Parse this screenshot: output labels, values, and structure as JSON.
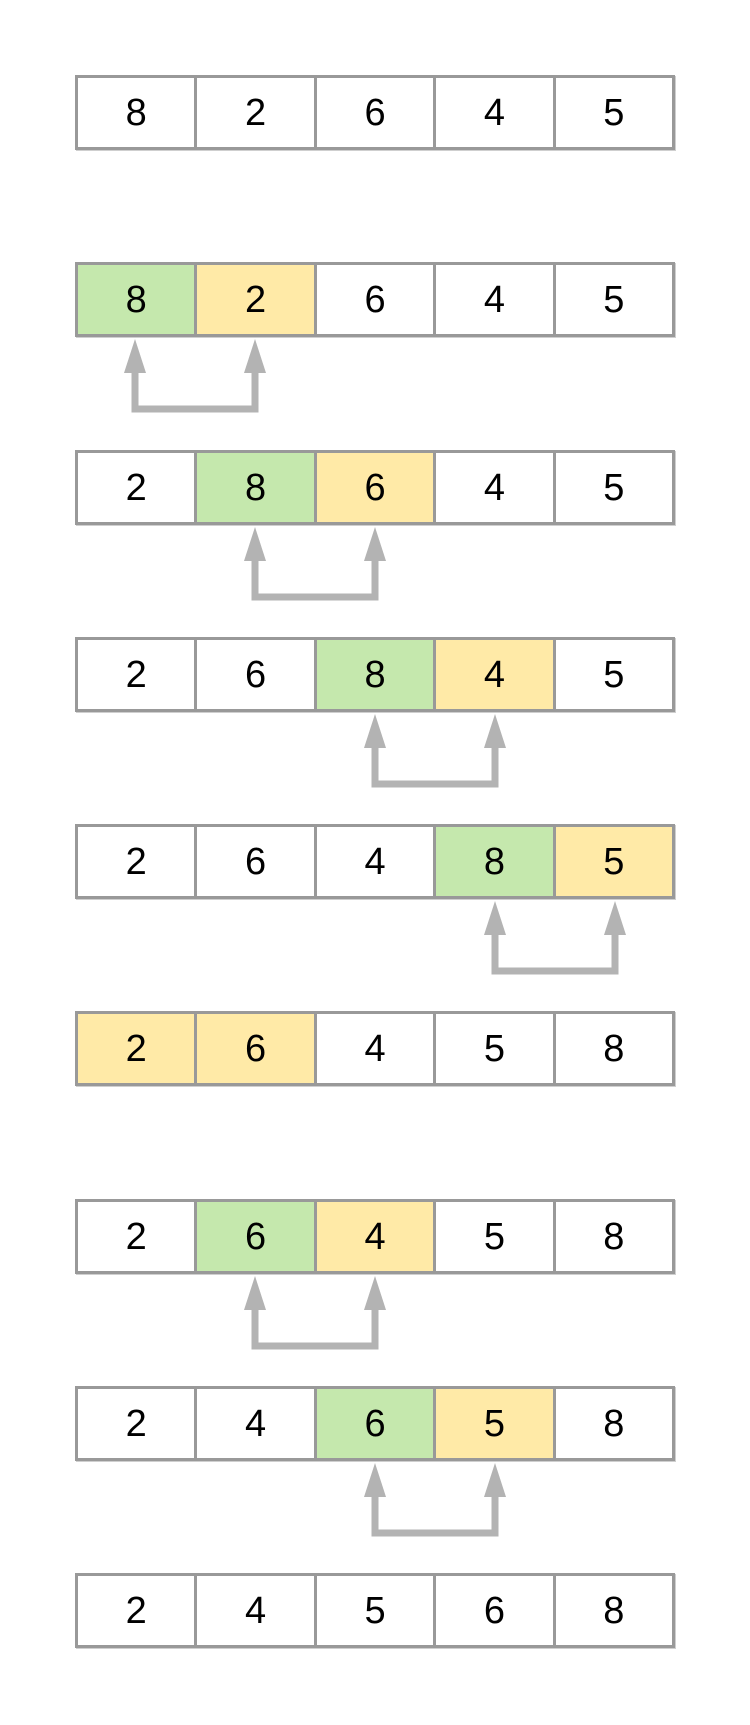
{
  "title": "bubble-sort-steps",
  "colors": {
    "white": "#ffffff",
    "green": "#c5e8ad",
    "yellow": "#ffeaa7",
    "border": "#999999",
    "arrow": "#b3b3b3",
    "text": "#000000"
  },
  "steps": [
    {
      "values": [
        "8",
        "2",
        "6",
        "4",
        "5"
      ],
      "cell_colors": [
        "white",
        "white",
        "white",
        "white",
        "white"
      ],
      "swap": null
    },
    {
      "values": [
        "8",
        "2",
        "6",
        "4",
        "5"
      ],
      "cell_colors": [
        "green",
        "yellow",
        "white",
        "white",
        "white"
      ],
      "swap": [
        0,
        1
      ]
    },
    {
      "values": [
        "2",
        "8",
        "6",
        "4",
        "5"
      ],
      "cell_colors": [
        "white",
        "green",
        "yellow",
        "white",
        "white"
      ],
      "swap": [
        1,
        2
      ]
    },
    {
      "values": [
        "2",
        "6",
        "8",
        "4",
        "5"
      ],
      "cell_colors": [
        "white",
        "white",
        "green",
        "yellow",
        "white"
      ],
      "swap": [
        2,
        3
      ]
    },
    {
      "values": [
        "2",
        "6",
        "4",
        "8",
        "5"
      ],
      "cell_colors": [
        "white",
        "white",
        "white",
        "green",
        "yellow"
      ],
      "swap": [
        3,
        4
      ]
    },
    {
      "values": [
        "2",
        "6",
        "4",
        "5",
        "8"
      ],
      "cell_colors": [
        "yellow",
        "yellow",
        "white",
        "white",
        "white"
      ],
      "swap": null
    },
    {
      "values": [
        "2",
        "6",
        "4",
        "5",
        "8"
      ],
      "cell_colors": [
        "white",
        "green",
        "yellow",
        "white",
        "white"
      ],
      "swap": [
        1,
        2
      ]
    },
    {
      "values": [
        "2",
        "4",
        "6",
        "5",
        "8"
      ],
      "cell_colors": [
        "white",
        "white",
        "green",
        "yellow",
        "white"
      ],
      "swap": [
        2,
        3
      ]
    },
    {
      "values": [
        "2",
        "4",
        "5",
        "6",
        "8"
      ],
      "cell_colors": [
        "white",
        "white",
        "white",
        "white",
        "white"
      ],
      "swap": null
    }
  ]
}
